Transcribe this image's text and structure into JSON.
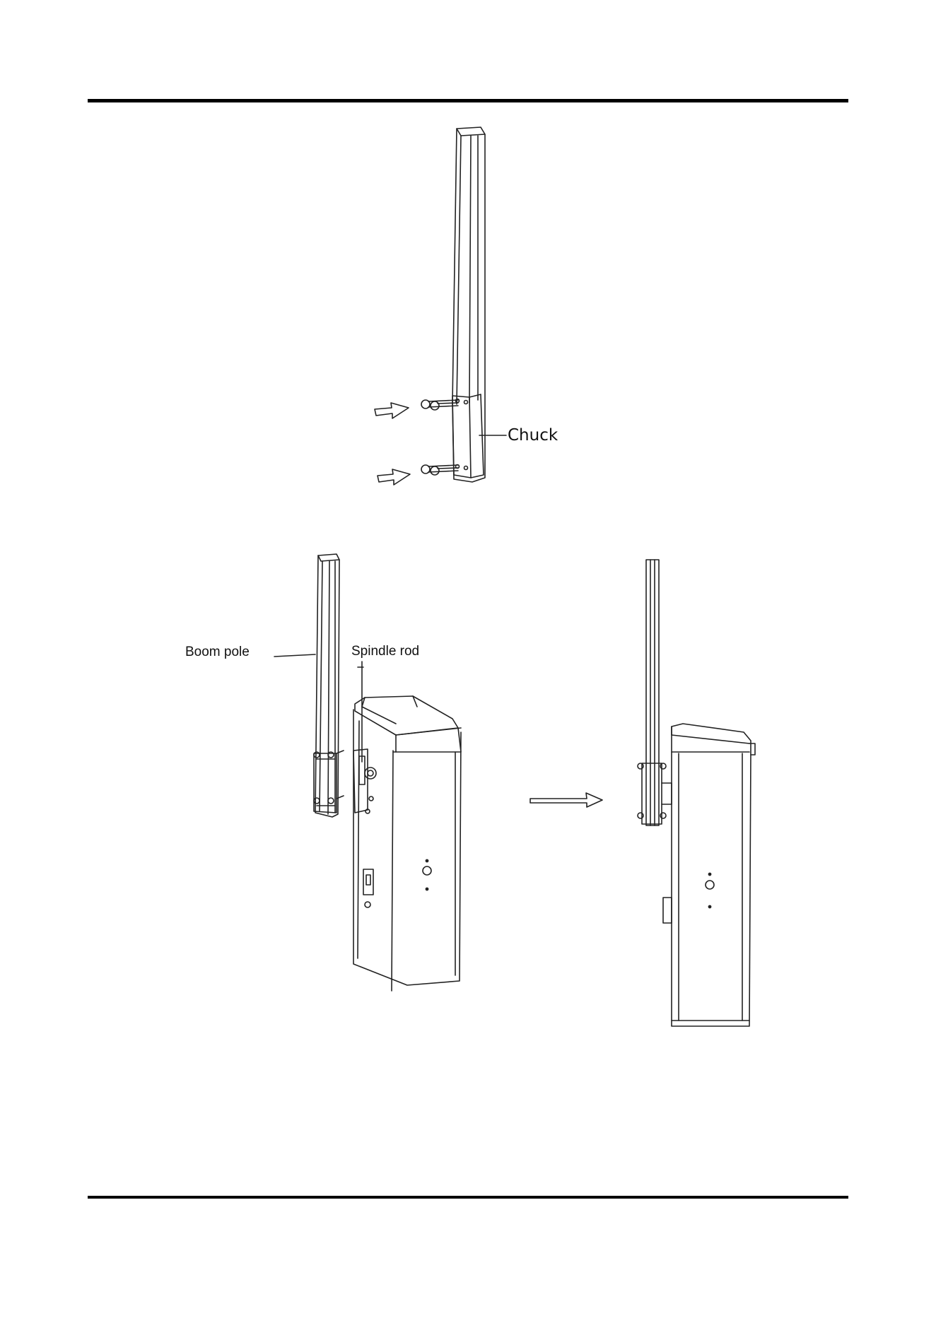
{
  "labels": {
    "chuck": "Chuck",
    "boom_pole": "Boom pole",
    "spindle_rod": "Spindle rod"
  },
  "colors": {
    "rule": "#000000",
    "line_art": "#222222",
    "text": "#111111"
  }
}
